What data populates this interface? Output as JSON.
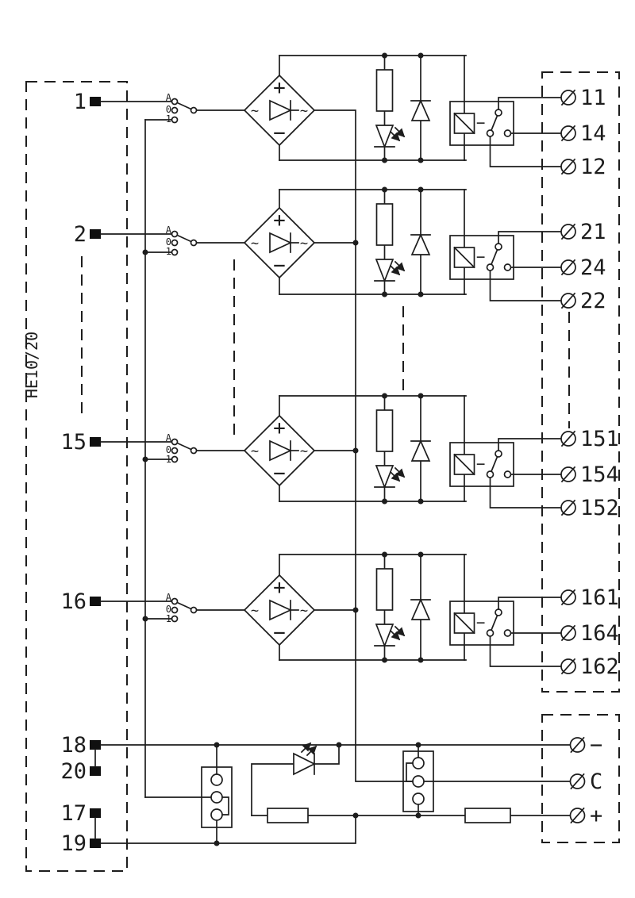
{
  "diagram": {
    "module_label": "HE10/20",
    "selector_labels": [
      "A",
      "0",
      "1"
    ],
    "bridge": {
      "plus": "+",
      "minus": "−",
      "ac": "~"
    },
    "relay": {
      "coil_minus": "−"
    },
    "channels": [
      {
        "pin": "1",
        "terminals": [
          "11",
          "14",
          "12"
        ]
      },
      {
        "pin": "2",
        "terminals": [
          "21",
          "24",
          "22"
        ]
      },
      {
        "pin": "15",
        "terminals": [
          "151",
          "154",
          "152"
        ]
      },
      {
        "pin": "16",
        "terminals": [
          "161",
          "164",
          "162"
        ]
      }
    ],
    "power": {
      "pins": [
        "18",
        "20",
        "17",
        "19"
      ],
      "terminals": [
        "−",
        "C",
        "+"
      ]
    }
  }
}
